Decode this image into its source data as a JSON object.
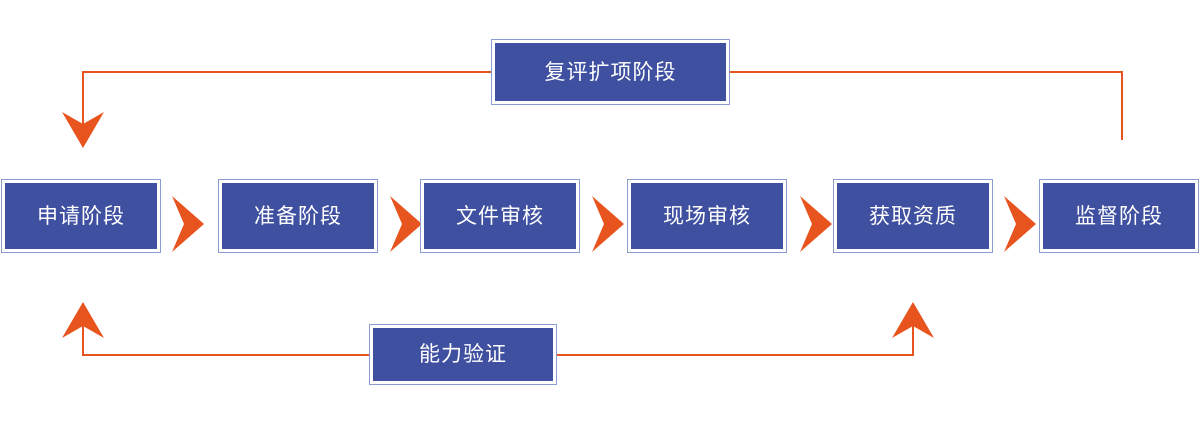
{
  "diagram": {
    "title_box_top": {
      "label": "复评扩项阶段"
    },
    "title_box_bottom": {
      "label": "能力验证"
    },
    "colors": {
      "box_fill": "#3f50a0",
      "box_border": "#8b9bd4",
      "box_text": "#ffffff",
      "connector": "#e8541e",
      "arrow": "#e8541e",
      "background": "#ffffff"
    },
    "stages": [
      {
        "label": "申请阶段"
      },
      {
        "label": "准备阶段"
      },
      {
        "label": "文件审核"
      },
      {
        "label": "现场审核"
      },
      {
        "label": "获取资质"
      },
      {
        "label": "监督阶段"
      }
    ],
    "chevrons": [
      {
        "name": "chevron-1"
      },
      {
        "name": "chevron-2"
      },
      {
        "name": "chevron-3"
      },
      {
        "name": "chevron-4"
      },
      {
        "name": "chevron-5"
      }
    ],
    "feedback_loops": [
      {
        "name": "resurvey-loop",
        "label": "复评扩项阶段",
        "from": "监督阶段",
        "to": "申请阶段",
        "direction": "down-arrow-left"
      },
      {
        "name": "proficiency-loop",
        "label": "能力验证",
        "from": "获取资质",
        "to": "申请阶段",
        "direction": "up-arrows-both"
      }
    ]
  }
}
